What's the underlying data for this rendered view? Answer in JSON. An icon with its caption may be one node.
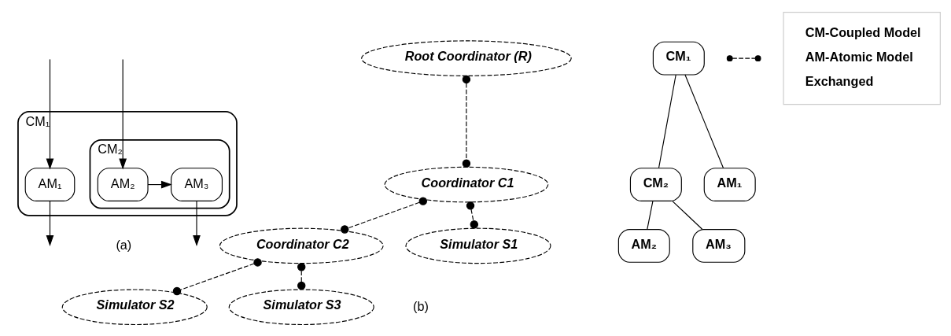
{
  "diagram": {
    "nodes": [
      {
        "text": [
          "CM₁"
        ]
      },
      {
        "text": [
          "AM₁"
        ],
        "in": 0
      },
      {
        "text": [
          "CM₂"
        ],
        "in": 0
      },
      {
        "text": [
          "AM₂"
        ],
        "in": 2
      },
      {
        "text": [
          "AM₃"
        ],
        "in": 2
      },
      {
        "text": [
          "Root Coordinator (R)"
        ]
      },
      {
        "text": [
          "Coordinator C1"
        ]
      },
      {
        "text": [
          "CM₁"
        ]
      },
      {
        "text": [
          "Coordinator C2"
        ]
      },
      {
        "text": [
          "CM₂"
        ]
      },
      {
        "text": [
          "AM₁"
        ]
      },
      {
        "text": [
          "Simulator S1"
        ]
      },
      {
        "text": [
          "Simulator S2"
        ]
      },
      {
        "text": [
          "AM₂"
        ]
      },
      {
        "text": [
          "AM₃"
        ]
      },
      {
        "text": [
          "Simulator S3"
        ]
      },
      {
        "text": [
          "CM-Coupled Model",
          "AM-Atomic Model",
          "Exchanged"
        ]
      }
    ],
    "edges": [
      {
        "from": null,
        "to": 1,
        "arrow": "to"
      },
      {
        "from": null,
        "to": 3,
        "arrow": "to"
      },
      {
        "from": 1,
        "to": null,
        "arrow": "to"
      },
      {
        "from": 3,
        "to": 4,
        "arrow": "to"
      },
      {
        "from": 4,
        "to": null,
        "arrow": "to"
      },
      {
        "from": 5,
        "to": 6,
        "arrow": "other",
        "style": "dashed"
      },
      {
        "from": 6,
        "to": 8,
        "arrow": "other",
        "style": "dashed"
      },
      {
        "from": 6,
        "to": 11,
        "arrow": "other",
        "style": "dashed"
      },
      {
        "from": 7,
        "to": 9,
        "arrow": "none"
      },
      {
        "from": 7,
        "to": 10,
        "arrow": "none"
      },
      {
        "from": 8,
        "to": 12,
        "arrow": "other",
        "style": "dashed"
      },
      {
        "from": 8,
        "to": 15,
        "arrow": "other",
        "style": "dashed"
      },
      {
        "from": 9,
        "to": 13,
        "arrow": "none"
      },
      {
        "from": 9,
        "to": 14,
        "arrow": "none"
      }
    ],
    "labels": [
      "(a)",
      "(b)"
    ]
  }
}
